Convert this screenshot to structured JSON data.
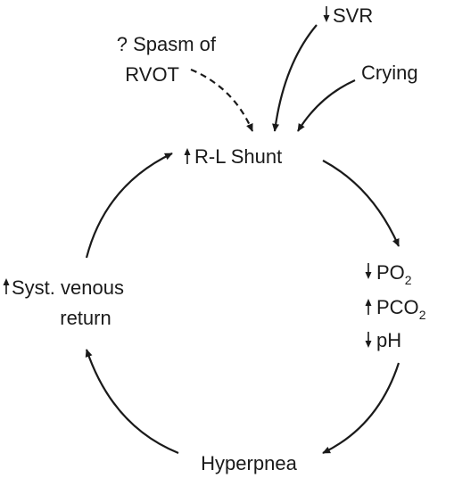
{
  "nodes": {
    "svr": {
      "arrow": "down",
      "text": "SVR"
    },
    "spasm": {
      "line1": "? Spasm of",
      "line2": "RVOT"
    },
    "crying": {
      "text": "Crying"
    },
    "shunt": {
      "arrow": "up",
      "text": "R-L Shunt"
    },
    "blood_gases": {
      "po2": {
        "arrow": "down",
        "text": "PO",
        "sub": "2"
      },
      "pco2": {
        "arrow": "up",
        "text": "PCO",
        "sub": "2"
      },
      "ph": {
        "arrow": "down",
        "text": "pH"
      }
    },
    "hyperpnea": {
      "text": "Hyperpnea"
    },
    "venous_return": {
      "arrow": "up",
      "line1": "Syst. venous",
      "line2": "return"
    }
  },
  "edges": [
    {
      "from": "svr",
      "to": "shunt",
      "style": "solid"
    },
    {
      "from": "spasm",
      "to": "shunt",
      "style": "dashed"
    },
    {
      "from": "crying",
      "to": "shunt",
      "style": "solid"
    },
    {
      "from": "shunt",
      "to": "blood_gases",
      "style": "solid"
    },
    {
      "from": "blood_gases",
      "to": "hyperpnea",
      "style": "solid"
    },
    {
      "from": "hyperpnea",
      "to": "venous_return",
      "style": "solid"
    },
    {
      "from": "venous_return",
      "to": "shunt",
      "style": "solid"
    }
  ],
  "colors": {
    "ink": "#1a1a1a",
    "background": "#ffffff"
  }
}
